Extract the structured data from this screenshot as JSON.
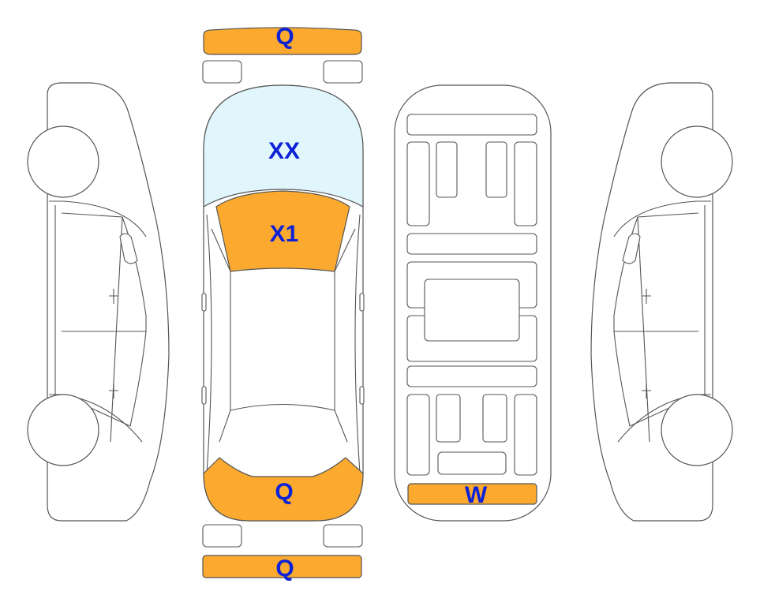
{
  "colors": {
    "damage_fill": "#FBAA2F",
    "glass_fill": "#E0F6FC",
    "label_text": "#0D21D7",
    "outline": "#555555"
  },
  "zones": {
    "front_bumper": {
      "label": "Q",
      "state": "marked"
    },
    "windshield": {
      "label": "XX",
      "state": "glass"
    },
    "hood": {
      "label": "X1",
      "state": "marked"
    },
    "trunk": {
      "label": "Q",
      "state": "marked"
    },
    "rear_bumper": {
      "label": "Q",
      "state": "marked"
    },
    "underbody_rear": {
      "label": "W",
      "state": "marked"
    }
  }
}
